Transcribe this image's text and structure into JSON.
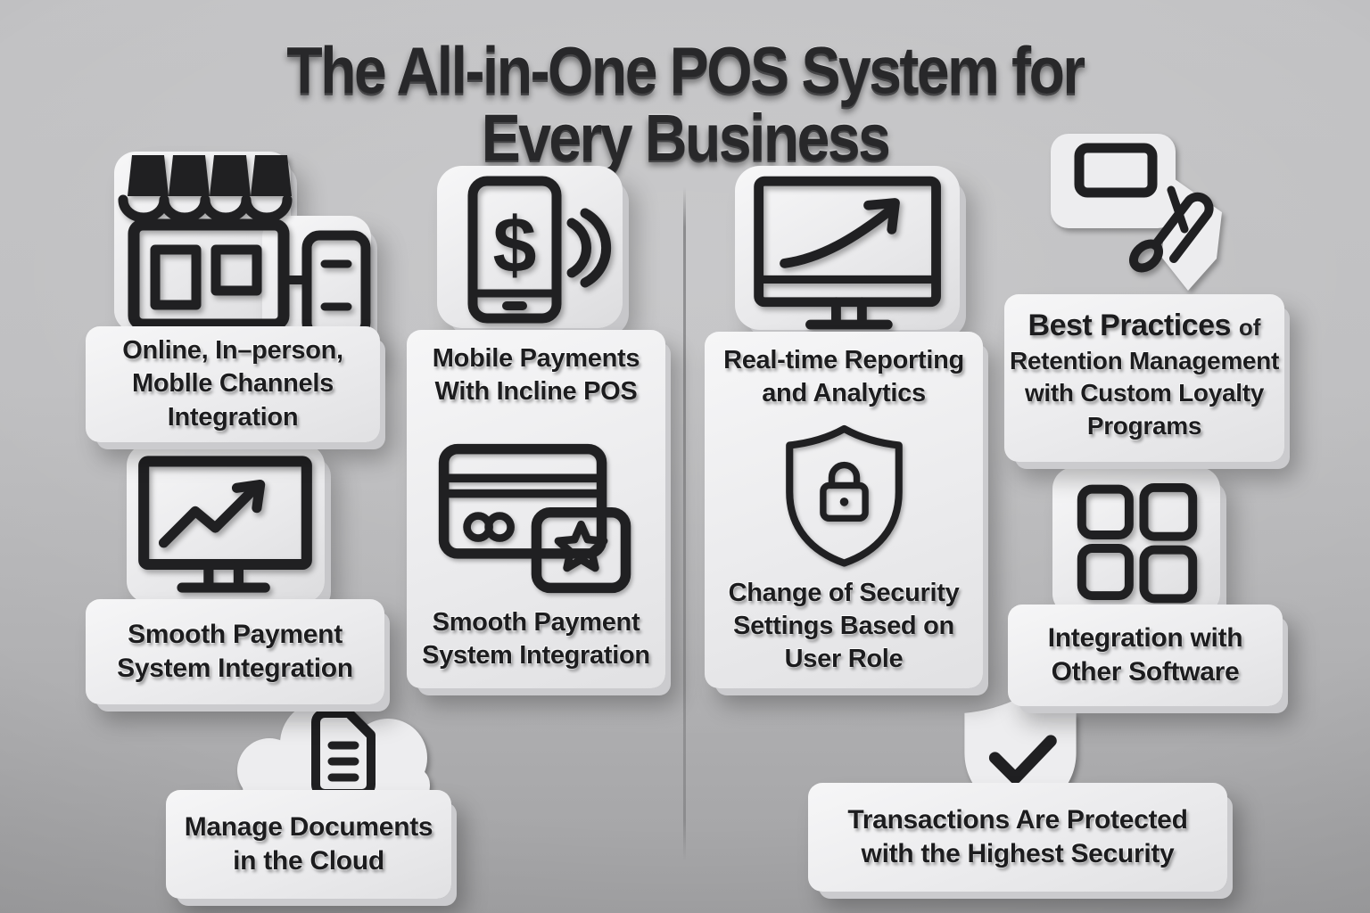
{
  "colors": {
    "background": "#bdbdbf",
    "card": "#ededee",
    "ink": "#1e1e20"
  },
  "title": {
    "line1": "The All-in-One POS System for",
    "line2": "Every Business"
  },
  "columns": {
    "col1": {
      "icon_top": "storefront-with-mobile-icon",
      "card1": "Online, In–person,\nMoblle Channels\nIntegration",
      "icon_mid": "monitor-trend-chart-icon",
      "card2": "Smooth Payment\nSystem Integration",
      "icon_bottom": "cloud-document-icon",
      "card3": "Manage Documents\nin the Cloud"
    },
    "col2": {
      "icon_top": "mobile-payment-contactless-icon",
      "card_line1": "Mobile Payments\nWith Incline POS",
      "icon_mid": "credit-card-loyalty-star-icon",
      "card_line2": "Smooth Payment\nSystem Integration"
    },
    "col3": {
      "icon_top": "monitor-growth-arrow-icon",
      "card_line1": "Real-time Reporting\nand Analytics",
      "icon_mid": "shield-lock-icon",
      "card_line2": "Change of Security\nSettings Based on\nUser Role"
    },
    "col4": {
      "icon_top": "tap-gesture-icon",
      "card1_emphasis": "Best Practices",
      "card1_suffix": "of",
      "card1_rest": "Retention Management\nwith Custom Loyalty\nPrograms",
      "icon_mid": "app-grid-icon",
      "card2": "Integration with\nOther Software",
      "icon_bottom": "shield-check-icon",
      "card3": "Transactions Are Protected\nwith the Highest Security"
    }
  },
  "phone_icon_glyph": "$"
}
